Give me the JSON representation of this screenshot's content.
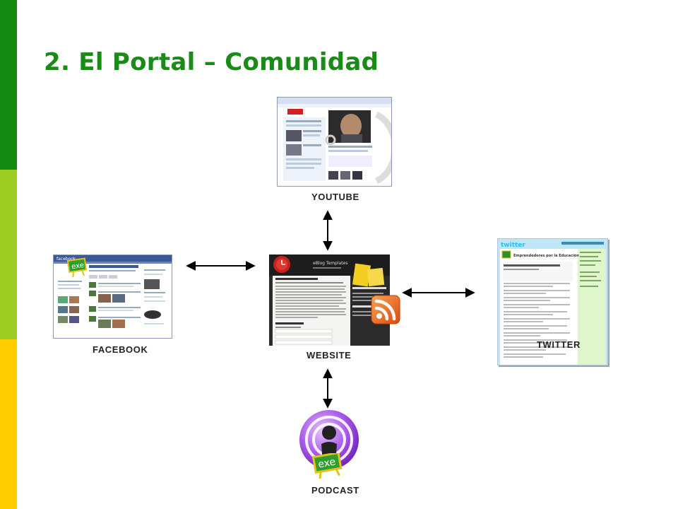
{
  "slide": {
    "title": "2. El Portal – Comunidad"
  },
  "nodes": {
    "youtube": "YOUTUBE",
    "facebook": "FACEBOOK",
    "website": "WEBSITE",
    "twitter": "TWITTER",
    "podcast": "PODCAST"
  },
  "screenshots": {
    "facebook_header": "facebook",
    "website_header": "eBlog Templates",
    "twitter_logo": "twitter",
    "twitter_account": "Emprendedores por la Educación",
    "badge_text": "exe"
  },
  "colors": {
    "accent_dark_green": "#158a12",
    "accent_light_green": "#9dcc23",
    "accent_yellow": "#ffcc00",
    "title_green": "#1a8a18"
  },
  "icons": [
    "rss-icon",
    "podcast-icon",
    "exe-badge-icon",
    "double-arrow-icon"
  ]
}
